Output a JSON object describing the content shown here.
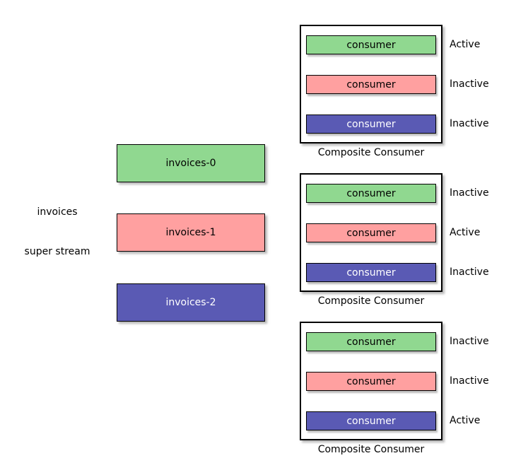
{
  "labels": {
    "stream_name": "invoices",
    "stream_type": "super stream"
  },
  "colors": {
    "green": "#90d890",
    "pink": "#ffa0a0",
    "blue": "#5a5ab4",
    "border": "#000000",
    "background": "#ffffff",
    "blue_text": "#ffffff"
  },
  "partitions": [
    {
      "label": "invoices-0",
      "color": "#90d890"
    },
    {
      "label": "invoices-1",
      "color": "#ffa0a0"
    },
    {
      "label": "invoices-2",
      "color": "#5a5ab4"
    }
  ],
  "composites": [
    {
      "title": "Composite Consumer",
      "consumers": [
        {
          "label": "consumer",
          "color": "#90d890",
          "status": "Active"
        },
        {
          "label": "consumer",
          "color": "#ffa0a0",
          "status": "Inactive"
        },
        {
          "label": "consumer",
          "color": "#5a5ab4",
          "status": "Inactive"
        }
      ]
    },
    {
      "title": "Composite Consumer",
      "consumers": [
        {
          "label": "consumer",
          "color": "#90d890",
          "status": "Inactive"
        },
        {
          "label": "consumer",
          "color": "#ffa0a0",
          "status": "Active"
        },
        {
          "label": "consumer",
          "color": "#5a5ab4",
          "status": "Inactive"
        }
      ]
    },
    {
      "title": "Composite Consumer",
      "consumers": [
        {
          "label": "consumer",
          "color": "#90d890",
          "status": "Inactive"
        },
        {
          "label": "consumer",
          "color": "#ffa0a0",
          "status": "Inactive"
        },
        {
          "label": "consumer",
          "color": "#5a5ab4",
          "status": "Active"
        }
      ]
    }
  ]
}
